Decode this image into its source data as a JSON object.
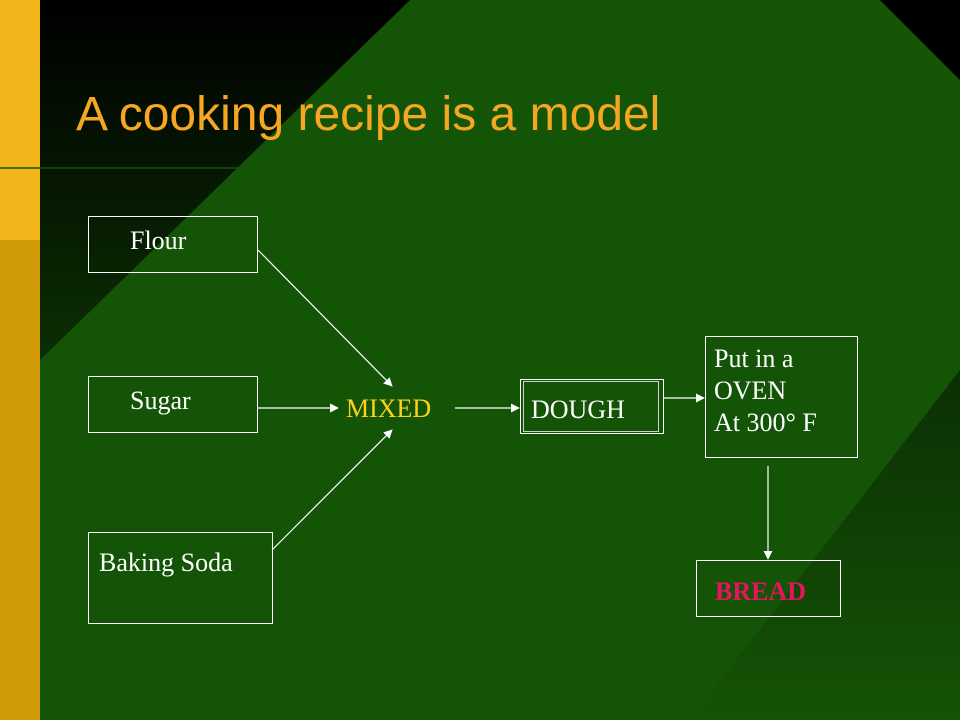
{
  "slide": {
    "title": "A cooking recipe is a model",
    "colors": {
      "title": "#f5a623",
      "bar_upper": "#f2b51a",
      "bar_lower": "#d09a06",
      "background_dark": "#000000",
      "background_green": "#145406",
      "arrow": "#ffffff",
      "mixed_text": "#ffd21a",
      "bread_text": "#e8125e"
    }
  },
  "diagram": {
    "ingredients": {
      "flour": "Flour",
      "sugar": "Sugar",
      "baking_soda": "Baking Soda"
    },
    "mixed": "MIXED",
    "dough": "DOUGH",
    "oven": {
      "lines": [
        "Put in a",
        "OVEN",
        "At 300° F"
      ]
    },
    "result": "BREAD"
  }
}
